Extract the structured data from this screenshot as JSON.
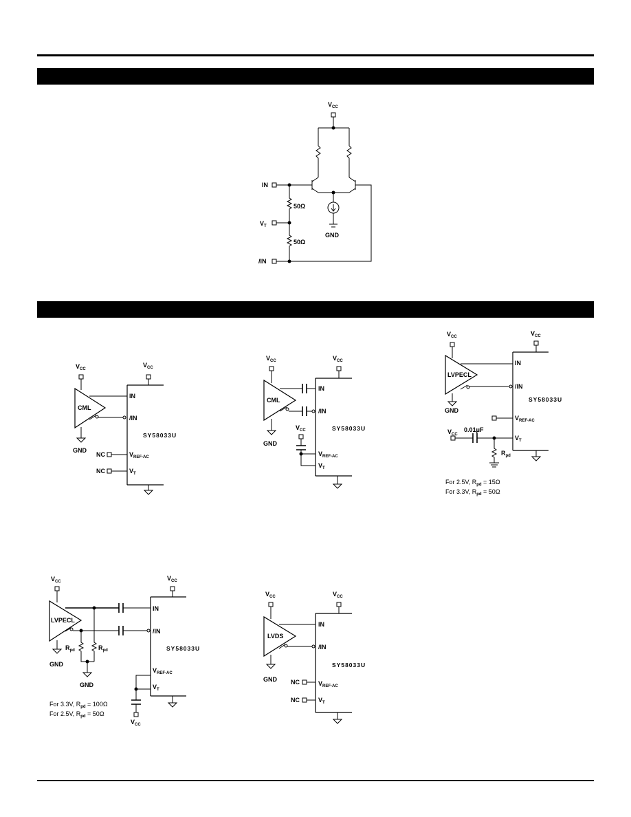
{
  "labels": {
    "vcc": "V",
    "vcc_sub": "CC",
    "vt": "V",
    "vt_sub": "T",
    "vref": "V",
    "vref_sub": "REF-AC",
    "in": "IN",
    "inb": "/IN",
    "gnd": "GND",
    "nc": "NC",
    "r50": "50Ω",
    "rpd": "R",
    "rpd_sub": "pd",
    "cap": "0.01μF"
  },
  "part_number": "SY58033U",
  "drivers": {
    "cml": "CML",
    "lvpecl": "LVPECL",
    "lvds": "LVDS"
  },
  "notes": {
    "ac_lvpecl_1": "For 2.5V, R",
    "ac_lvpecl_1b": " = 15Ω",
    "ac_lvpecl_2": "For 3.3V, R",
    "ac_lvpecl_2b": " = 50Ω",
    "lvpecl_ac_1": "For 3.3V, R",
    "lvpecl_ac_1b": " = 100Ω",
    "lvpecl_ac_2": "For 2.5V, R",
    "lvpecl_ac_2b": " = 50Ω"
  }
}
